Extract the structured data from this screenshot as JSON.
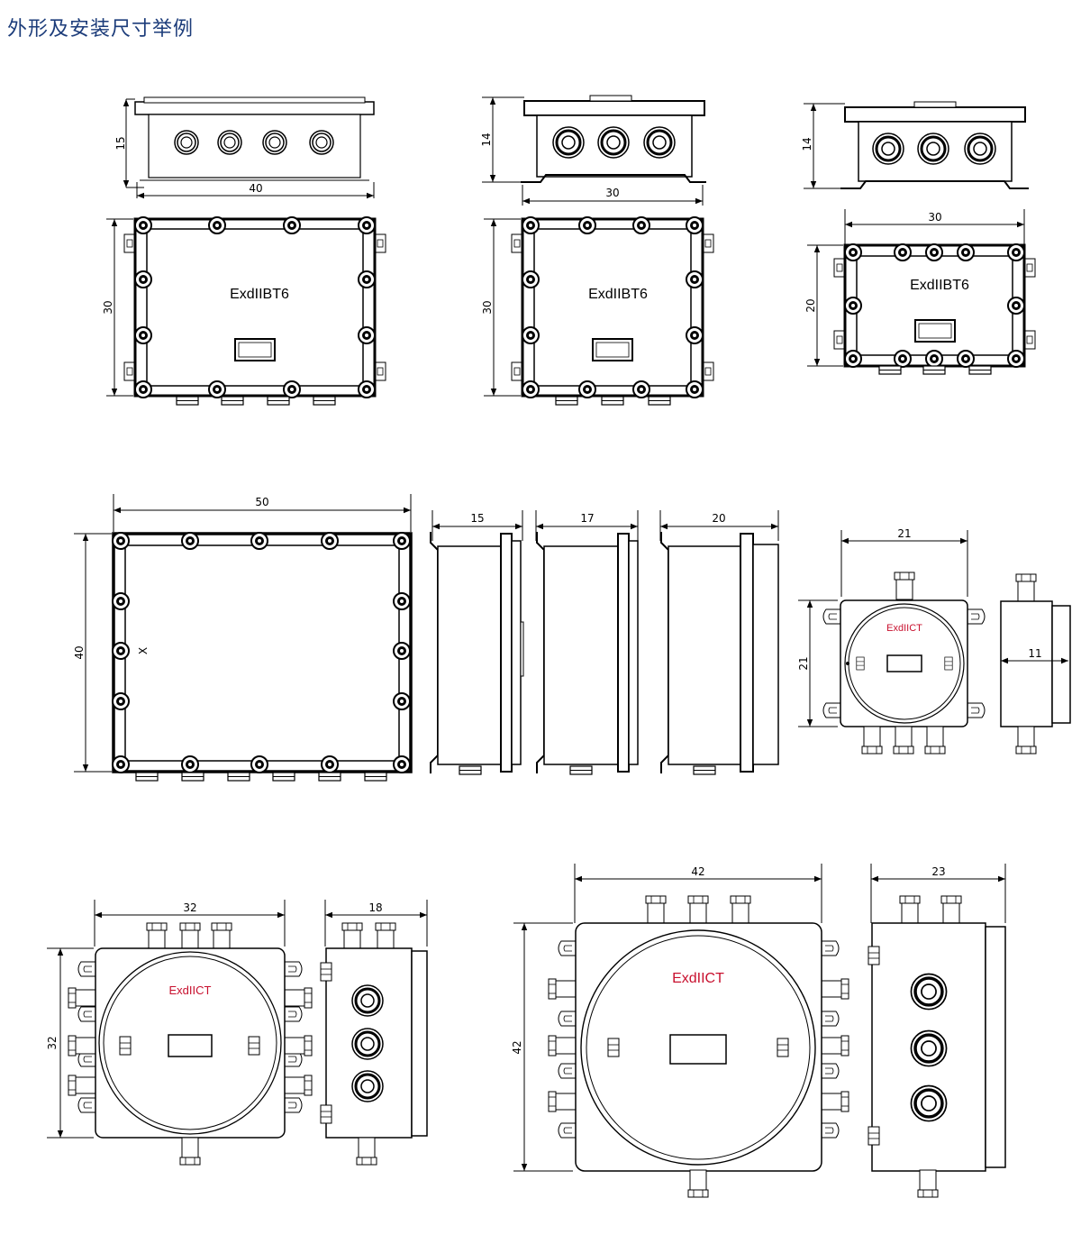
{
  "title": "外形及安装尺寸举例",
  "colors": {
    "title": "#1c3c7a",
    "line": "#000000",
    "marking_red": "#c8102e"
  },
  "row1": {
    "a": {
      "side_height": "15",
      "side_width": "40",
      "front_height": "30",
      "marking": "ExdIIBT6"
    },
    "b": {
      "side_height": "14",
      "side_width": "30",
      "front_height": "30",
      "marking": "ExdIIBT6"
    },
    "c": {
      "side_height": "14",
      "front_width": "30",
      "front_height": "20",
      "marking": "ExdIIBT6"
    }
  },
  "row2": {
    "large": {
      "width": "50",
      "height": "40",
      "marker": "X"
    },
    "side_widths": [
      "15",
      "17",
      "20"
    ],
    "round_small": {
      "width": "21",
      "height": "21",
      "side_width": "11",
      "marking": "ExdIICT"
    }
  },
  "row3": {
    "medium": {
      "width": "32",
      "height": "32",
      "side_width": "18",
      "marking": "ExdIICT"
    },
    "big": {
      "width": "42",
      "height": "42",
      "side_width": "23",
      "marking": "ExdIICT"
    }
  }
}
